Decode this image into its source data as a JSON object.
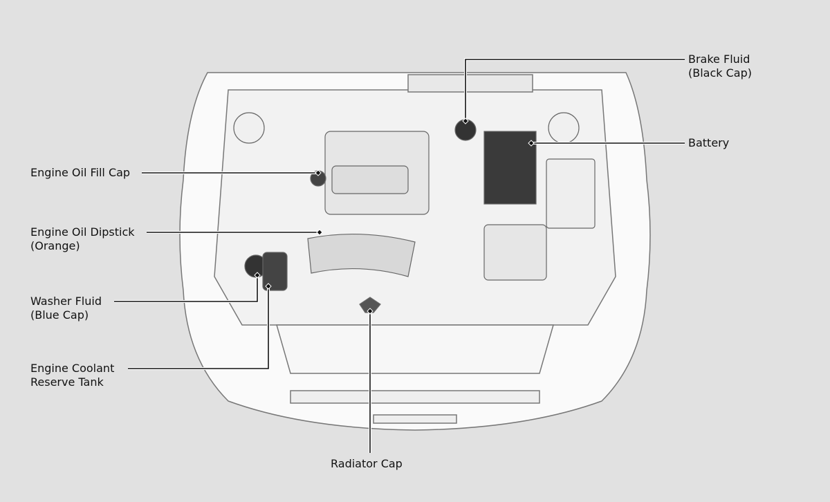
{
  "labels": {
    "brake_fluid": "Brake Fluid\n(Black Cap)",
    "battery": "Battery",
    "oil_fill_cap": "Engine Oil Fill Cap",
    "oil_dipstick": "Engine Oil Dipstick\n(Orange)",
    "washer_fluid": "Washer Fluid\n(Blue Cap)",
    "coolant_tank": "Engine Coolant\nReserve Tank",
    "radiator_cap": "Radiator Cap"
  }
}
